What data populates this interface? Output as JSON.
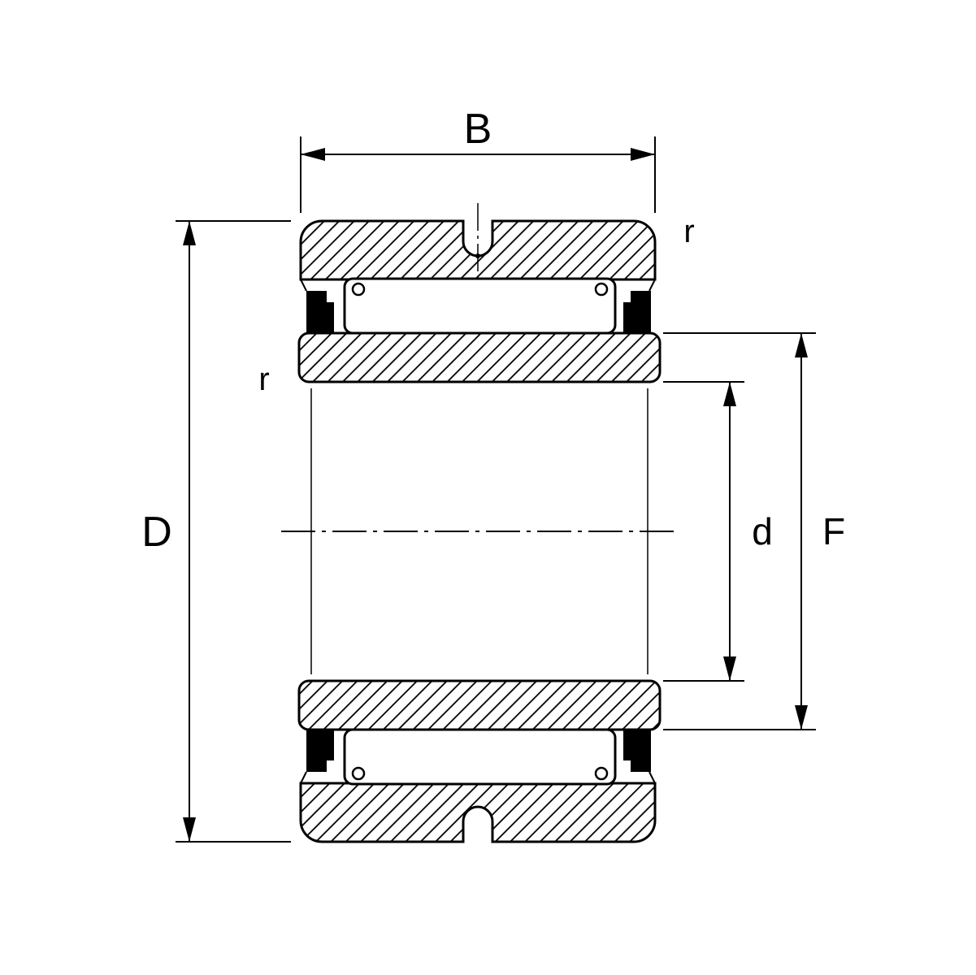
{
  "diagram": {
    "type": "technical_drawing",
    "subject": "Needle roller bearing cross-section with dimension annotations",
    "labels": {
      "width_B": "B",
      "outer_diameter_D": "D",
      "corner_radius_top_r": "r",
      "corner_radius_left_r": "r",
      "bore_diameter_d": "d",
      "flange_diameter_F": "F"
    },
    "colors": {
      "line": "#000000",
      "background": "#ffffff",
      "seal_fill": "#000000"
    }
  }
}
